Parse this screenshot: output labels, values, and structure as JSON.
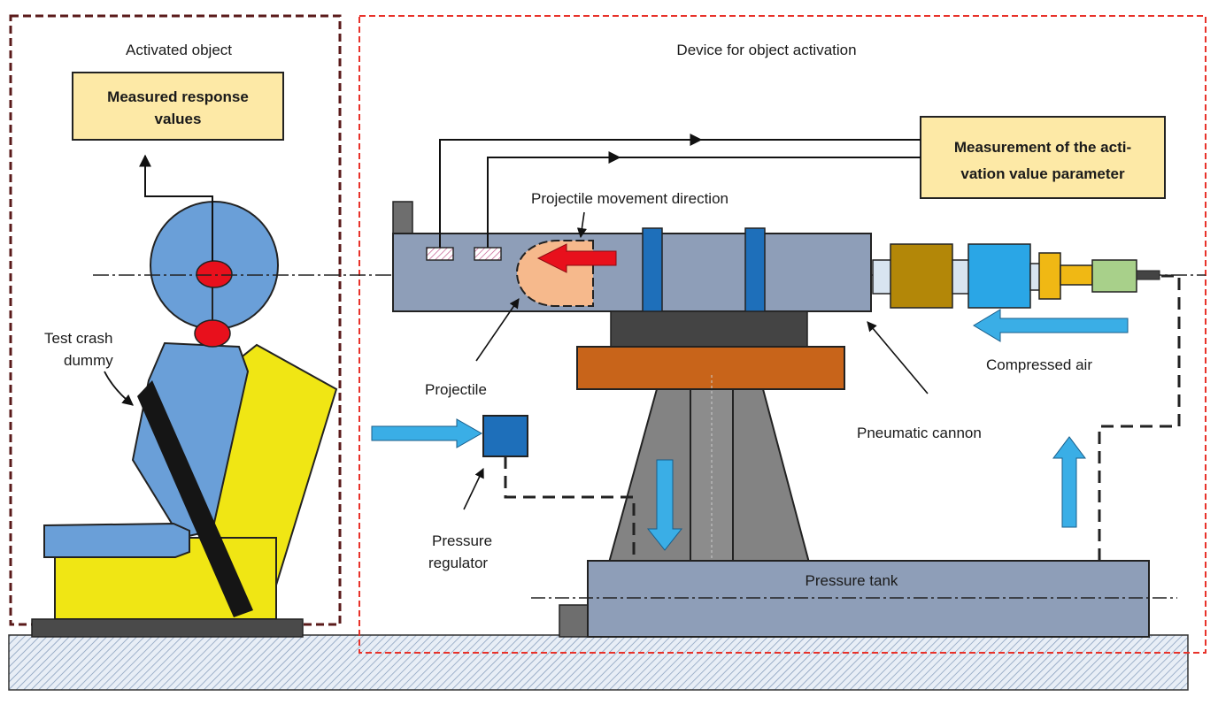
{
  "diagram": {
    "regions": {
      "activated_object": "Activated object",
      "device_for_activation": "Device for object activation"
    },
    "boxes": {
      "measured_response": [
        "Measured response",
        "values"
      ],
      "measurement_activation": [
        "Measurement of the acti-",
        "vation value parameter"
      ]
    },
    "labels": {
      "projectile_direction": "Projectile movement direction",
      "projectile": "Projectile",
      "test_dummy": [
        "Test crash",
        "dummy"
      ],
      "pressure_regulator": [
        "Pressure",
        "regulator"
      ],
      "pneumatic_cannon": "Pneumatic cannon",
      "compressed_air": "Compressed air",
      "pressure_tank": "Pressure tank"
    },
    "colors": {
      "dummy_blue": "#6a9fd8",
      "seat_yellow": "#f0e614",
      "sensor_red": "#e8101c",
      "cannon_gray": "#8e9eb8",
      "info_box": "#fde9a6",
      "turntable_orange": "#c8641a",
      "air_arrow": "#3aaee6",
      "projectile_peach": "#f6b98c",
      "region_left": "#5a1a1a",
      "region_right": "#e8322a"
    }
  }
}
